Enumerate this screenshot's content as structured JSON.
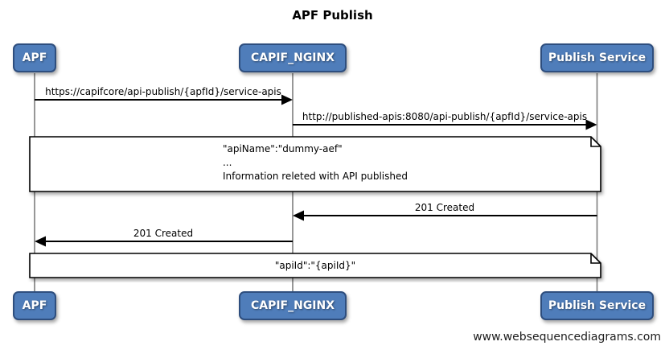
{
  "diagram": {
    "title": "APF Publish",
    "type": "sequence-diagram"
  },
  "actors": [
    {
      "name": "APF"
    },
    {
      "name": "CAPIF_NGINX"
    },
    {
      "name": "Publish Service"
    }
  ],
  "messages": [
    {
      "from": "APF",
      "to": "CAPIF_NGINX",
      "label": "https://capifcore/api-publish/{apfId}/service-apis",
      "direction": "right"
    },
    {
      "from": "CAPIF_NGINX",
      "to": "Publish Service",
      "label": "http://published-apis:8080/api-publish/{apfId}/service-apis",
      "direction": "right"
    },
    {
      "from": "Publish Service",
      "to": "CAPIF_NGINX",
      "label": "201 Created",
      "direction": "left"
    },
    {
      "from": "CAPIF_NGINX",
      "to": "APF",
      "label": "201 Created",
      "direction": "left"
    }
  ],
  "notes": [
    {
      "lines": [
        "\"apiName\":\"dummy-aef\"",
        "...",
        "Information releted with API published"
      ],
      "spans": "all-lifelines"
    },
    {
      "lines": [
        "\"apiId\":\"{apiId}\""
      ],
      "spans": "all-lifelines"
    }
  ],
  "watermark": "www.websequencediagrams.com",
  "colors": {
    "actor_fill": "#4f7dba",
    "actor_border": "#2e4e7e",
    "actor_text": "#ffffff",
    "arrow_line": "#000000",
    "lifeline": "#858585",
    "note_fill": "#ffffff",
    "note_border": "#000000",
    "background": "#ffffff"
  }
}
